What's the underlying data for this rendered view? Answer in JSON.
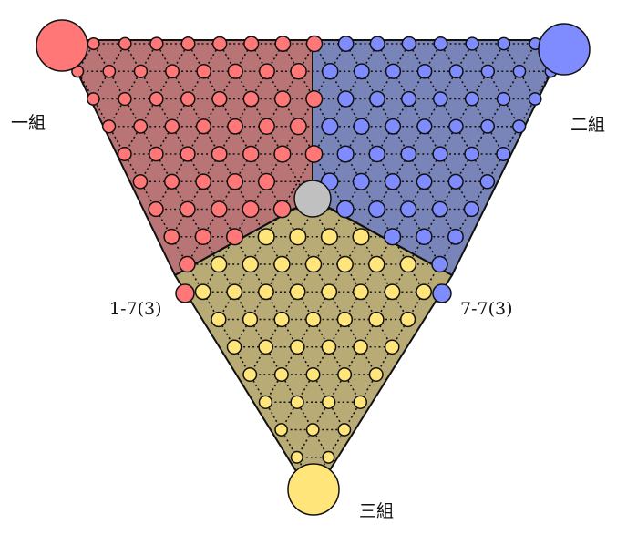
{
  "labels": {
    "group1": "一組",
    "group2": "二組",
    "group3": "三組",
    "left_mid": "1-7(3)",
    "right_mid": "7-7(3)"
  },
  "colors": {
    "red_fill": "#b97575",
    "red_circle": "#ff7777",
    "blue_fill": "#7985b9",
    "blue_circle": "#7f8cff",
    "yellow_fill": "#b9ab75",
    "yellow_circle": "#ffe57a",
    "center_circle": "#c0c0c0"
  }
}
